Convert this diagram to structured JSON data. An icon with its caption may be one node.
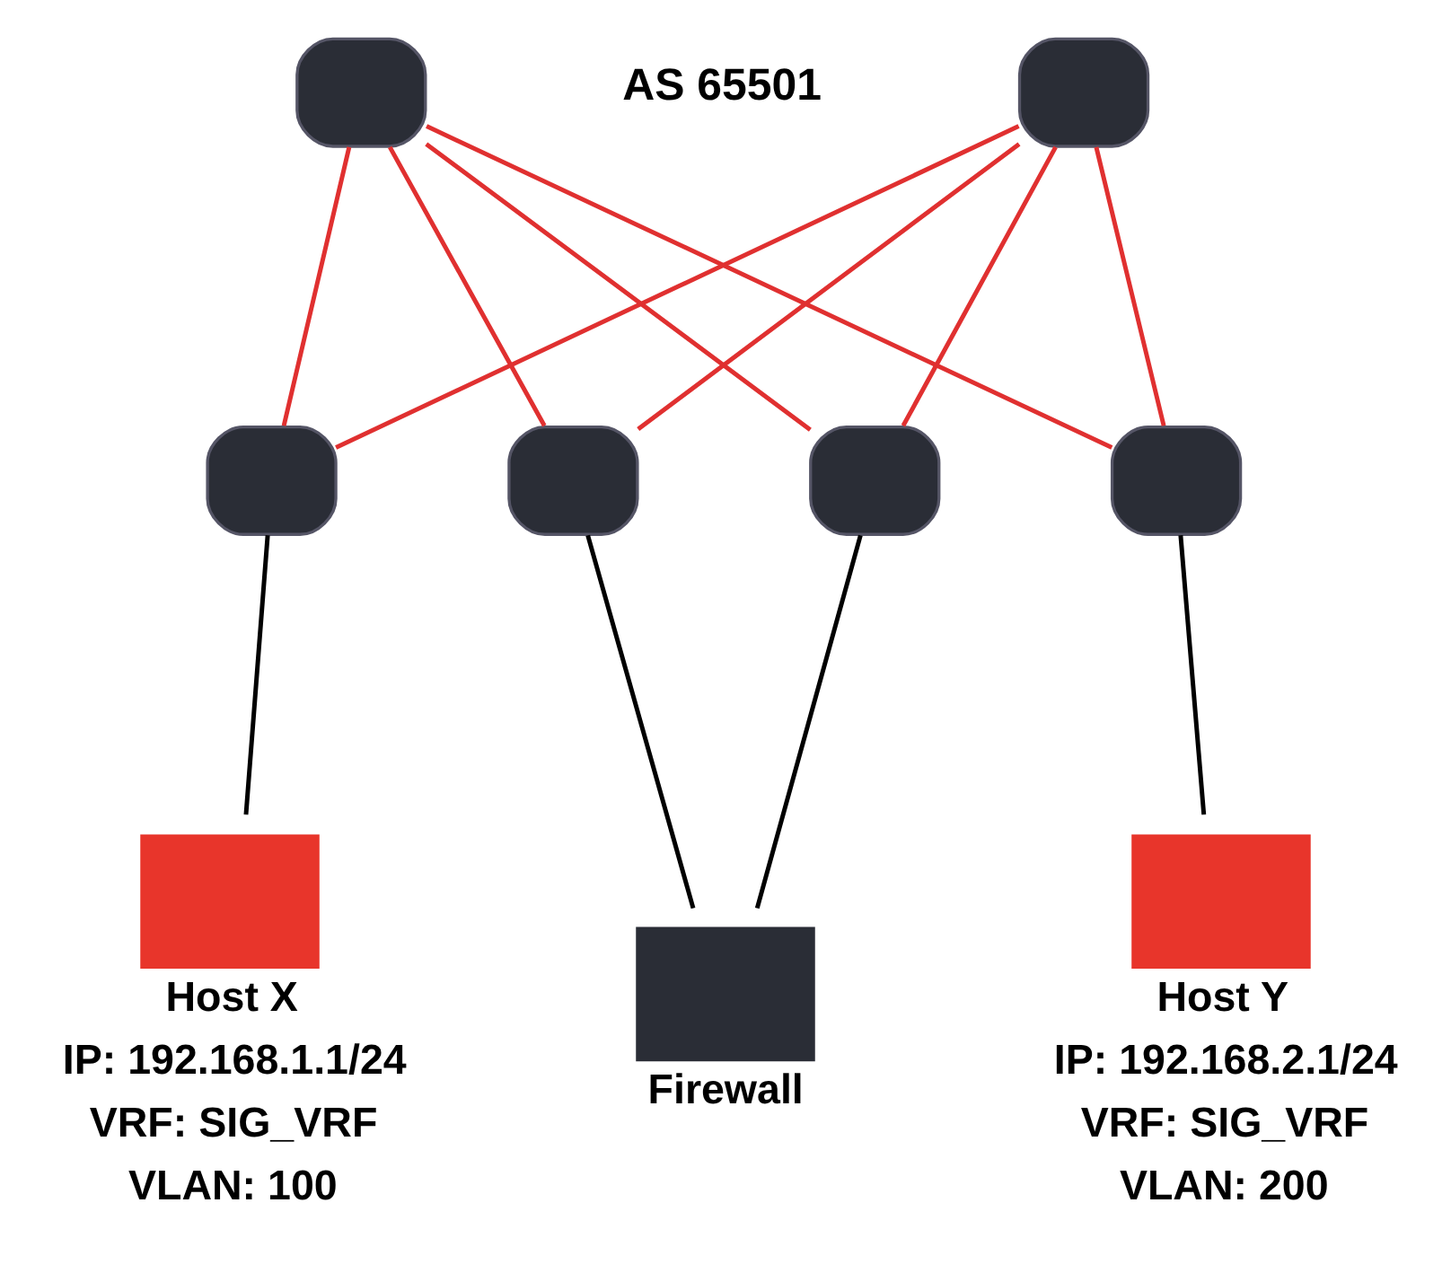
{
  "diagram": {
    "nodes": [
      {
        "text": [],
        "shape": "box"
      },
      {
        "text": [],
        "shape": "box"
      },
      {
        "text": [],
        "shape": "box"
      },
      {
        "text": [],
        "shape": "box"
      },
      {
        "text": [],
        "shape": "box"
      },
      {
        "text": [],
        "shape": "box"
      },
      {
        "text": [
          "Host X",
          "IP: 192.168.1.1/24",
          "VRF: SIG_VRF",
          "VLAN: 100"
        ]
      },
      {
        "text": [
          "Firewall"
        ]
      },
      {
        "text": [
          "Host Y",
          "IP: 192.168.2.1/24",
          "VRF: SIG_VRF",
          "VLAN: 200"
        ]
      }
    ],
    "edges": [
      {
        "from": 0,
        "to": 2,
        "arrow": "none"
      },
      {
        "from": 0,
        "to": 3,
        "arrow": "none"
      },
      {
        "from": 0,
        "to": 4,
        "arrow": "none"
      },
      {
        "from": 0,
        "to": 5,
        "arrow": "none"
      },
      {
        "from": 1,
        "to": 2,
        "arrow": "none"
      },
      {
        "from": 1,
        "to": 3,
        "arrow": "none"
      },
      {
        "from": 1,
        "to": 4,
        "arrow": "none"
      },
      {
        "from": 1,
        "to": 5,
        "arrow": "none"
      },
      {
        "from": 2,
        "to": 6,
        "arrow": "none",
        "color": "#000000"
      },
      {
        "from": 3,
        "to": 7,
        "arrow": "none",
        "color": "#000000"
      },
      {
        "from": 4,
        "to": 7,
        "arrow": "none",
        "color": "#000000"
      },
      {
        "from": 5,
        "to": 8,
        "arrow": "none",
        "color": "#000000"
      }
    ],
    "labels": [
      "AS 65501"
    ]
  }
}
